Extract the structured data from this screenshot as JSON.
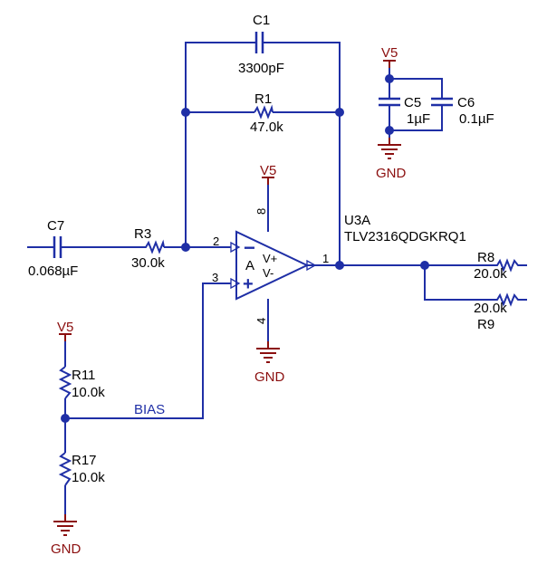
{
  "colors": {
    "wire": "#1f2fa6",
    "component": "#1f2fa6",
    "power": "#8b0f0f",
    "text": "#000000"
  },
  "opamp": {
    "designator": "U3A",
    "part": "TLV2316QDGKRQ1",
    "unit": "A",
    "vplus": "V+",
    "vminus": "V-",
    "minus_sign": "−",
    "plus_sign": "+"
  },
  "pins": {
    "inv": "2",
    "noninv": "3",
    "out": "1",
    "vcc": "8",
    "gnd": "4"
  },
  "capacitors": [
    {
      "ref": "C1",
      "value": "3300pF"
    },
    {
      "ref": "C5",
      "value": "1µF"
    },
    {
      "ref": "C6",
      "value": "0.1µF"
    },
    {
      "ref": "C7",
      "value": "0.068µF"
    }
  ],
  "resistors": [
    {
      "ref": "R1",
      "value": "47.0k"
    },
    {
      "ref": "R3",
      "value": "30.0k"
    },
    {
      "ref": "R8",
      "value": "20.0k"
    },
    {
      "ref": "R9",
      "value": "20.0k"
    },
    {
      "ref": "R11",
      "value": "10.0k"
    },
    {
      "ref": "R17",
      "value": "10.0k"
    }
  ],
  "power": {
    "v5": "V5",
    "gnd": "GND"
  },
  "nets": {
    "bias": "BIAS"
  }
}
